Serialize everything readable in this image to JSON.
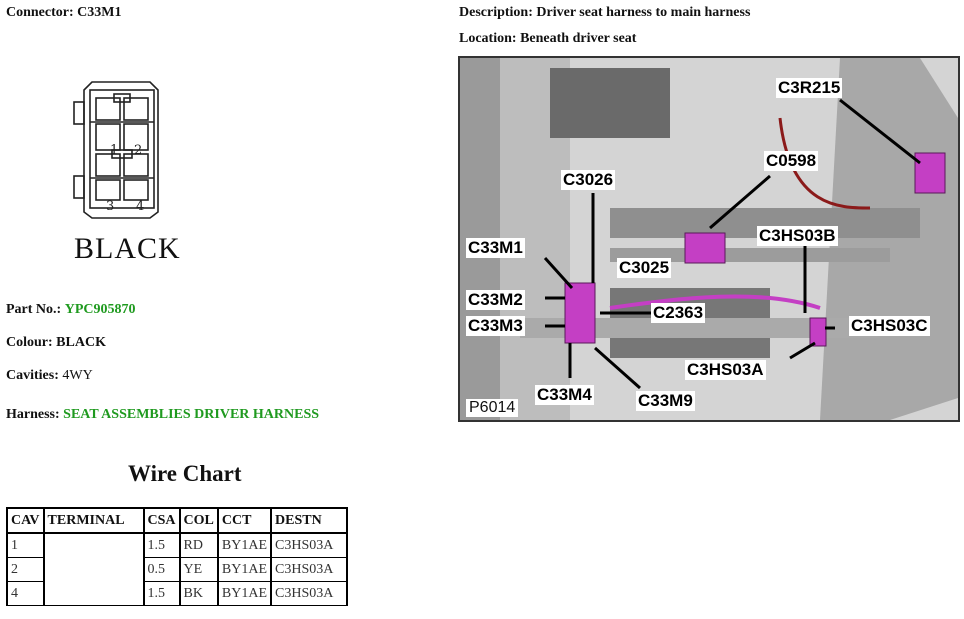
{
  "header": {
    "connector_label": "Connector:",
    "connector_value": "C33M1",
    "description_label": "Description:",
    "description_value": "Driver seat harness to main harness",
    "location_label": "Location:",
    "location_value": "Beneath driver seat"
  },
  "connector_diagram": {
    "pin_labels": [
      "1",
      "2",
      "3",
      "4"
    ],
    "color_text": "BLACK"
  },
  "details": {
    "part_no_label": "Part No.:",
    "part_no_value": "YPC905870",
    "colour_label": "Colour:",
    "colour_value": "BLACK",
    "cavities_label": "Cavities:",
    "cavities_value": "4WY",
    "harness_label": "Harness:",
    "harness_value": "SEAT ASSEMBLIES DRIVER HARNESS"
  },
  "wire_chart": {
    "title": "Wire Chart",
    "headers": [
      "CAV",
      "TERMINAL",
      "CSA",
      "COL",
      "CCT",
      "DESTN"
    ],
    "rows": [
      {
        "cav": "1",
        "terminal": "",
        "csa": "1.5",
        "col": "RD",
        "cct": "BY1AE",
        "destn": "C3HS03A"
      },
      {
        "cav": "2",
        "terminal": "",
        "csa": "0.5",
        "col": "YE",
        "cct": "BY1AE",
        "destn": "C3HS03A"
      },
      {
        "cav": "4",
        "terminal": "",
        "csa": "1.5",
        "col": "BK",
        "cct": "BY1AE",
        "destn": "C3HS03A"
      }
    ]
  },
  "photo": {
    "id": "P6014",
    "callouts": [
      "C3R215",
      "C0598",
      "C3026",
      "C3HS03B",
      "C33M1",
      "C3025",
      "C33M2",
      "C2363",
      "C33M3",
      "C3HS03C",
      "C3HS03A",
      "C33M4",
      "C33M9"
    ]
  },
  "colors": {
    "accent_green": "#1f9a1f",
    "highlight_magenta": "#c43fc4"
  }
}
